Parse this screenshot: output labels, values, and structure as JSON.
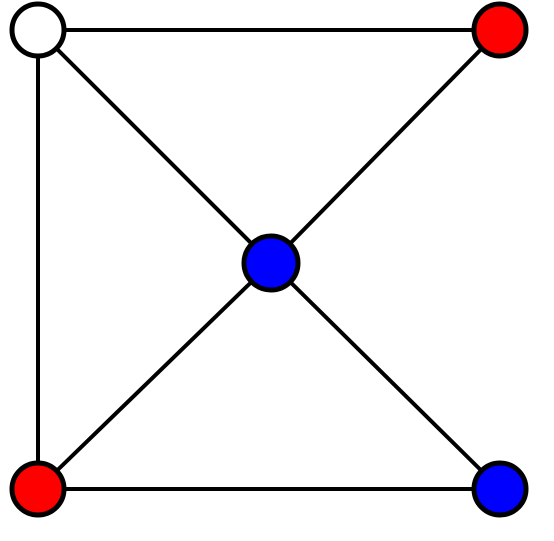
{
  "graph": {
    "nodes": [
      {
        "id": "top-left",
        "color": "#ffffff"
      },
      {
        "id": "top-right",
        "color": "#ff0000"
      },
      {
        "id": "center",
        "color": "#0000ff"
      },
      {
        "id": "bottom-left",
        "color": "#ff0000"
      },
      {
        "id": "bottom-right",
        "color": "#0000ff"
      }
    ],
    "edges": [
      [
        "top-left",
        "top-right"
      ],
      [
        "top-left",
        "bottom-left"
      ],
      [
        "bottom-left",
        "bottom-right"
      ],
      [
        "top-left",
        "center"
      ],
      [
        "top-right",
        "center"
      ],
      [
        "bottom-left",
        "center"
      ],
      [
        "bottom-right",
        "center"
      ]
    ]
  }
}
